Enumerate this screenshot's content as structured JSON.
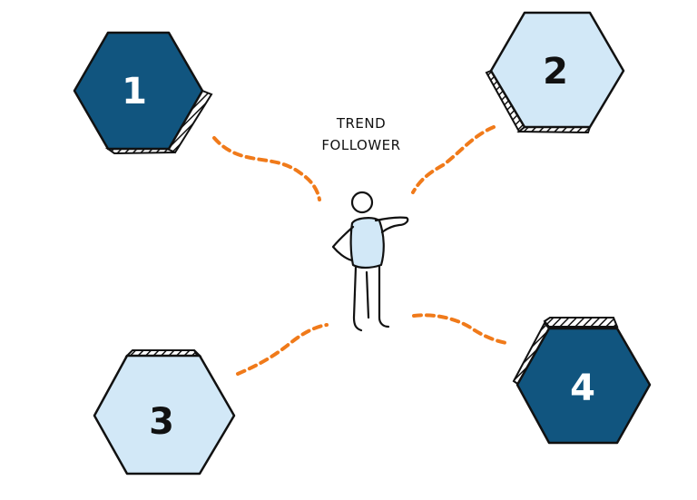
{
  "caption": {
    "line1": "TREND",
    "line2": "FOLLOWER"
  },
  "hexagons": [
    {
      "label": "1",
      "fill": "#11557f",
      "text_color": "#ffffff"
    },
    {
      "label": "2",
      "fill": "#d2e8f7",
      "text_color": "#111111"
    },
    {
      "label": "3",
      "fill": "#d2e8f7",
      "text_color": "#111111"
    },
    {
      "label": "4",
      "fill": "#11557f",
      "text_color": "#ffffff"
    }
  ],
  "colors": {
    "connector": "#f07a1a",
    "outline": "#111111",
    "figure_shirt": "#d2e8f7"
  },
  "icons": {
    "figure": "stick-figure-person-icon"
  }
}
